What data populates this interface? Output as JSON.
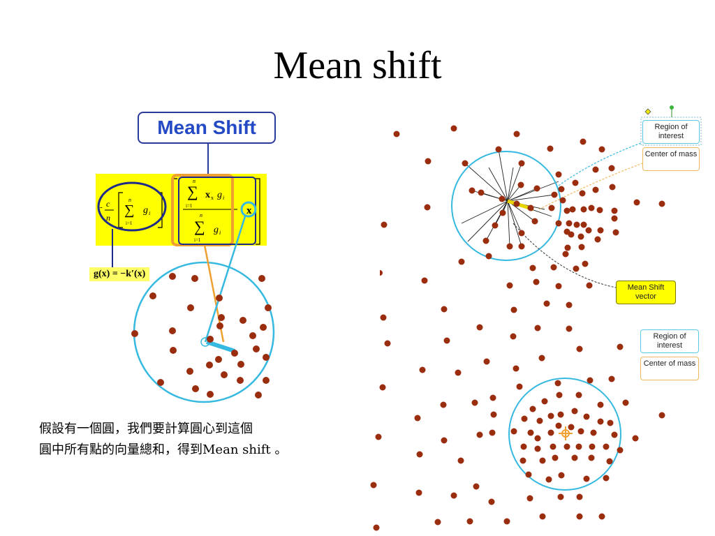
{
  "slide": {
    "title": "Mean shift",
    "caption_line1": "假設有一個圓，我們要計算圓心到這個",
    "caption_line2": "圓中所有點的向量總和，得到Mean shift 。"
  },
  "left_figure": {
    "heading": "Mean Shift",
    "g_definition": "g(x) = −k′(x)",
    "formula": {
      "c": "c",
      "n": "n",
      "sum_top": "n",
      "sum_bottom": "i=1",
      "g_i": "g",
      "i_sub": "i",
      "x_sub": "x",
      "i": "i",
      "x": "x"
    }
  },
  "right_figure": {
    "top_labels": {
      "region": "Region of interest",
      "center": "Center of mass",
      "vector": "Mean Shift vector"
    },
    "bottom_labels": {
      "region": "Region of interest",
      "center": "Center of mass"
    }
  },
  "colors": {
    "dot": "#9b2d0f",
    "circle": "#35b9e0",
    "formula_bg": "#ffff00",
    "heading_text": "#2349c5",
    "arrow_orange": "#f0a030"
  }
}
